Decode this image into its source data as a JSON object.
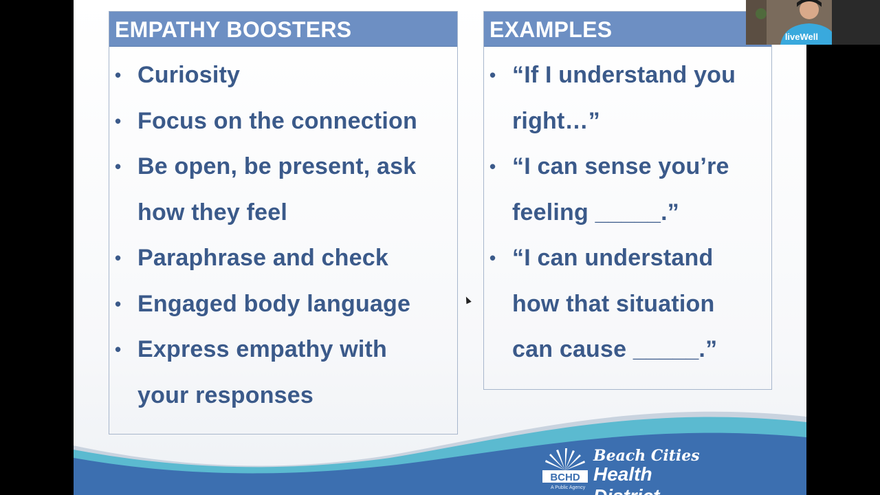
{
  "slide": {
    "left_panel": {
      "title": "EMPATHY BOOSTERS",
      "items": [
        "Curiosity",
        "Focus on the connection",
        "Be open, be present, ask",
        "how they feel",
        "Paraphrase and check",
        "Engaged body language",
        "Express empathy with",
        "your responses"
      ],
      "bullet_lines": [
        true,
        true,
        true,
        false,
        true,
        true,
        true,
        false
      ]
    },
    "right_panel": {
      "title": "EXAMPLES",
      "items": [
        "“If I understand you",
        "right…”",
        "“I can sense you’re",
        "feeling _____.”",
        "“I can understand",
        "how that situation",
        "can cause _____.”"
      ],
      "bullet_lines": [
        true,
        false,
        true,
        false,
        true,
        false,
        false
      ]
    },
    "logo": {
      "abbr": "BCHD",
      "line1": "Beach Cities",
      "line2": "Health District",
      "sub": "A Public Agency"
    }
  },
  "webcam": {
    "label": "liveWell"
  },
  "colors": {
    "header_bg": "#6d8fc3",
    "text": "#3b5a8a",
    "wave_blue": "#3c6fb0",
    "wave_teal": "#5bbad0"
  }
}
